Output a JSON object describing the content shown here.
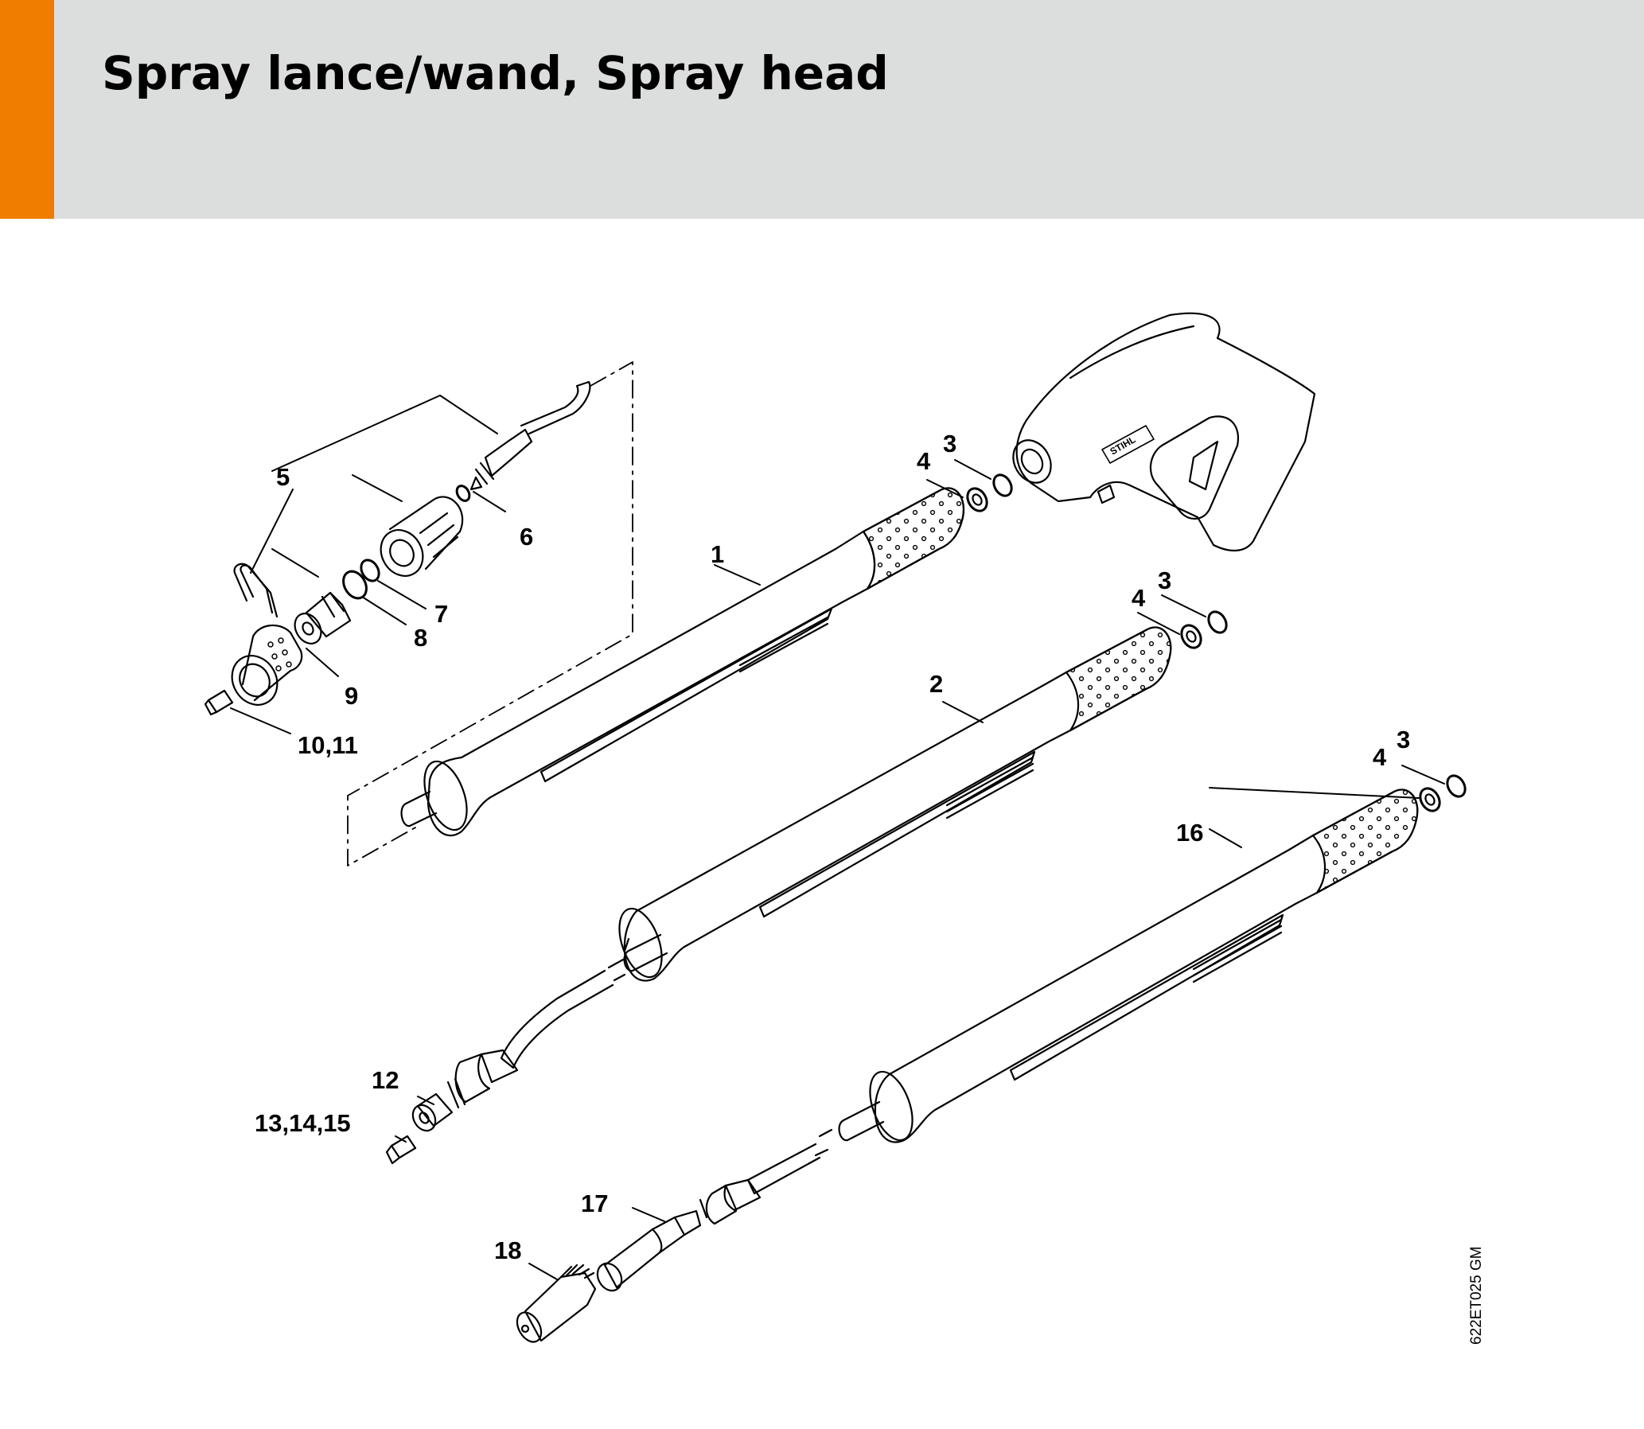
{
  "page": {
    "title": "Spray lance/wand, Spray head",
    "accent_color": "#f07d00",
    "header_color": "#dcdddd",
    "drawing_code": "622ET025 GM"
  },
  "callouts": {
    "c1": "1",
    "c2": "2",
    "c3a": "3",
    "c3b": "3",
    "c3c": "3",
    "c4a": "4",
    "c4b": "4",
    "c4c": "4",
    "c5": "5",
    "c6": "6",
    "c7": "7",
    "c8": "8",
    "c9": "9",
    "c10_11": "10,11",
    "c12": "12",
    "c13_14_15": "13,14,15",
    "c16": "16",
    "c17": "17",
    "c18": "18"
  },
  "logo_text": "STIHL"
}
